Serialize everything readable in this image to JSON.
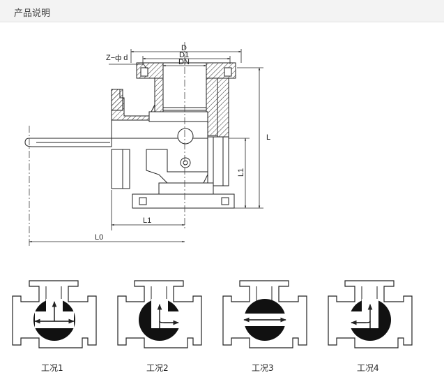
{
  "header": {
    "title": "产品说明"
  },
  "main_diagram": {
    "labels": {
      "D": "D",
      "D1": "D1",
      "DN": "DN",
      "Z": "Z−ф d",
      "L": "L",
      "L1_vertical": "L1",
      "L1_horizontal": "L1",
      "L0": "L0"
    }
  },
  "conditions": [
    {
      "caption": "工况1"
    },
    {
      "caption": "工况2"
    },
    {
      "caption": "工况3"
    },
    {
      "caption": "工况4"
    }
  ]
}
